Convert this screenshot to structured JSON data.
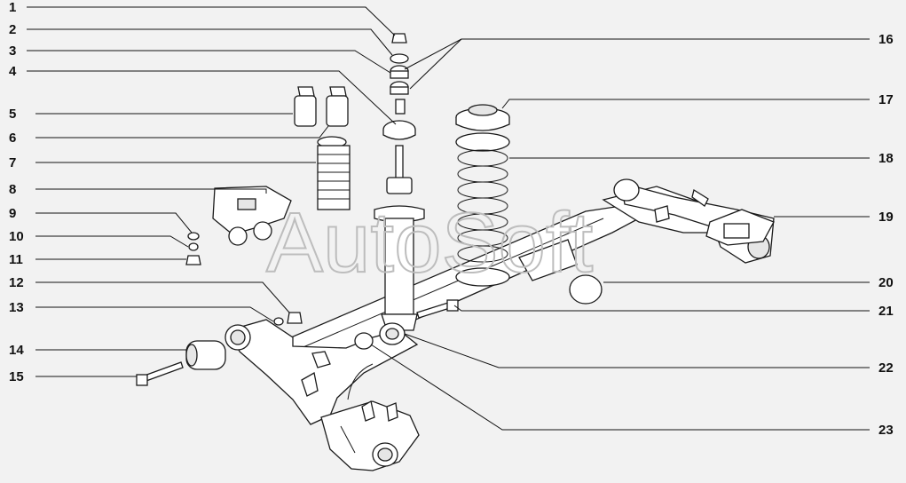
{
  "watermark": "AutoSoft",
  "callouts": [
    {
      "num": "1"
    },
    {
      "num": "2"
    },
    {
      "num": "3"
    },
    {
      "num": "4"
    },
    {
      "num": "5"
    },
    {
      "num": "6"
    },
    {
      "num": "7"
    },
    {
      "num": "8"
    },
    {
      "num": "9"
    },
    {
      "num": "10"
    },
    {
      "num": "11"
    },
    {
      "num": "12"
    },
    {
      "num": "13"
    },
    {
      "num": "14"
    },
    {
      "num": "15"
    },
    {
      "num": "16"
    },
    {
      "num": "17"
    },
    {
      "num": "18"
    },
    {
      "num": "19"
    },
    {
      "num": "20"
    },
    {
      "num": "21"
    },
    {
      "num": "22"
    },
    {
      "num": "23"
    }
  ]
}
